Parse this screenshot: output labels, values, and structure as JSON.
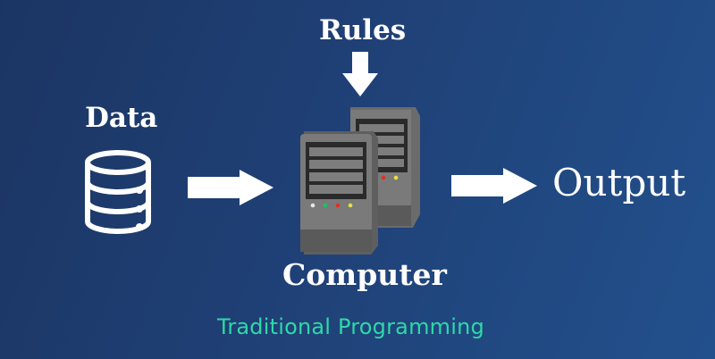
{
  "diagram": {
    "title": "Traditional Programming",
    "nodes": {
      "data": {
        "label": "Data",
        "icon": "database-icon"
      },
      "rules": {
        "label": "Rules",
        "icon": "arrow-down-icon"
      },
      "computer": {
        "label": "Computer",
        "icon": "server-icon"
      },
      "output": {
        "label": "Output"
      }
    },
    "edges": [
      {
        "from": "Data",
        "to": "Computer"
      },
      {
        "from": "Rules",
        "to": "Computer"
      },
      {
        "from": "Computer",
        "to": "Output"
      }
    ],
    "colors": {
      "background_start": "#1b3563",
      "background_end": "#23528f",
      "caption": "#2fd8a8",
      "text": "#ffffff",
      "server_body": "#707070",
      "led_white": "#e8e8e8",
      "led_green": "#1fbf6a",
      "led_red": "#e0302a",
      "led_yellow": "#e8e040"
    }
  }
}
